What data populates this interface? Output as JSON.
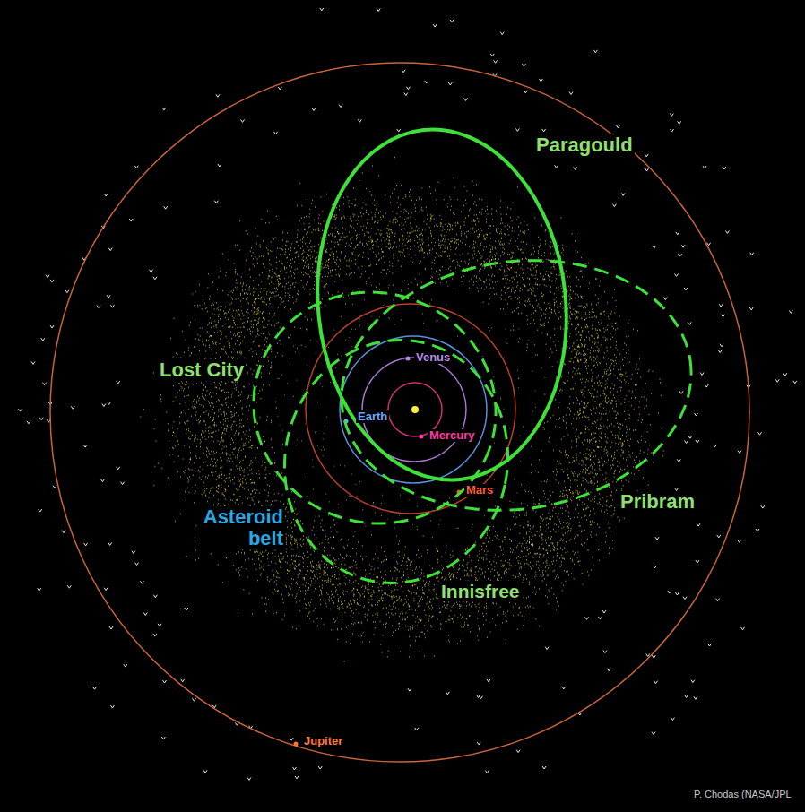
{
  "diagram": {
    "labels": [
      "Paragould",
      "Lost City",
      "Venus",
      "Earth",
      "Mercury",
      "Mars",
      "Pribram",
      "Asteroid belt",
      "Innisfree",
      "Jupiter",
      "P. Chodas (NASA/JPL"
    ]
  }
}
